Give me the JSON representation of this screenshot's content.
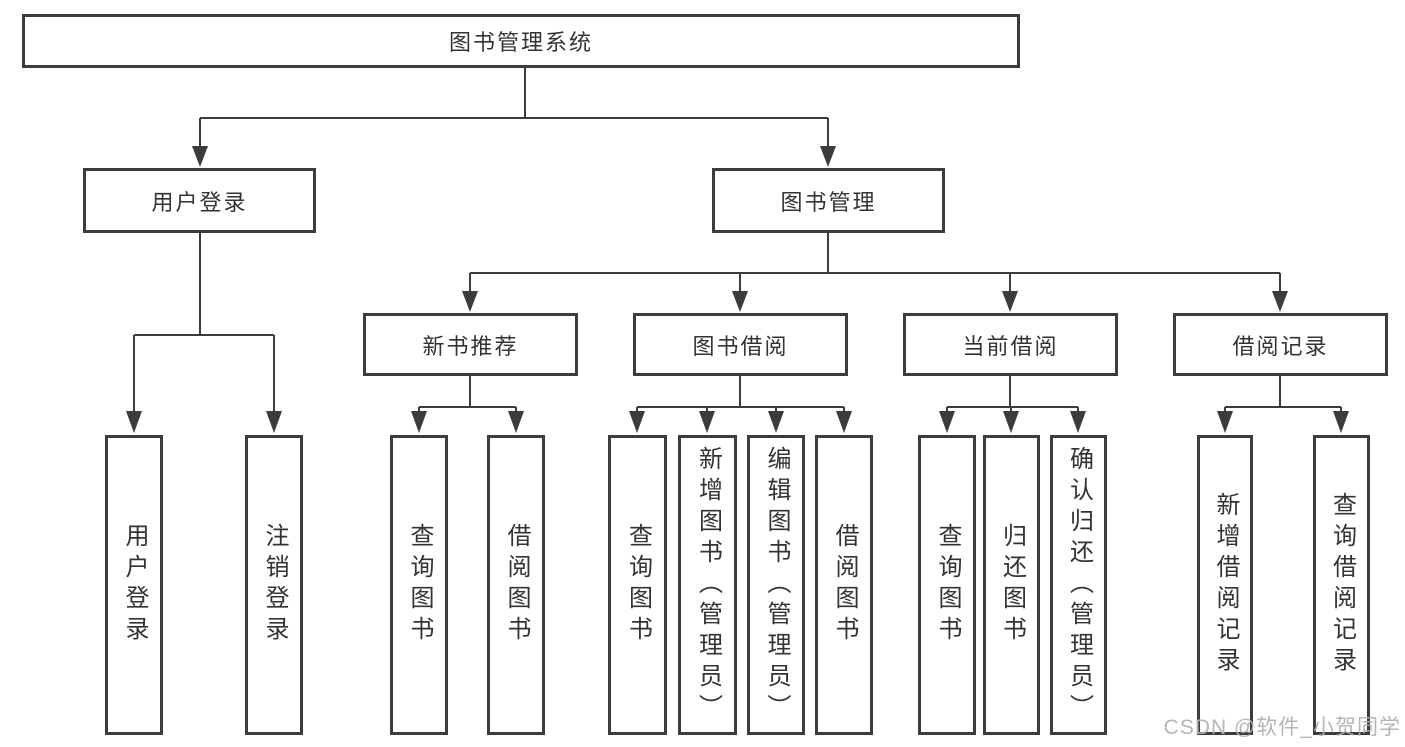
{
  "diagram_title": "图书管理系统",
  "tree": {
    "label": "图书管理系统",
    "children": [
      {
        "label": "用户登录",
        "children": [
          {
            "label": "用户登录"
          },
          {
            "label": "注销登录"
          }
        ]
      },
      {
        "label": "图书管理",
        "children": [
          {
            "label": "新书推荐",
            "children": [
              {
                "label": "查询图书"
              },
              {
                "label": "借阅图书"
              }
            ]
          },
          {
            "label": "图书借阅",
            "children": [
              {
                "label": "查询图书"
              },
              {
                "label": "新增图书（管理员）"
              },
              {
                "label": "编辑图书（管理员）"
              },
              {
                "label": "借阅图书"
              }
            ]
          },
          {
            "label": "当前借阅",
            "children": [
              {
                "label": "查询图书"
              },
              {
                "label": "归还图书"
              },
              {
                "label": "确认归还（管理员）"
              }
            ]
          },
          {
            "label": "借阅记录",
            "children": [
              {
                "label": "新增借阅记录"
              },
              {
                "label": "查询借阅记录"
              }
            ]
          }
        ]
      }
    ]
  },
  "watermark": "CSDN @软件_小贺同学",
  "colors": {
    "line": "#3c3c3c",
    "border": "#3c3c3c",
    "text": "#333333",
    "background": "#ffffff",
    "watermark": "#b2b2b2"
  }
}
